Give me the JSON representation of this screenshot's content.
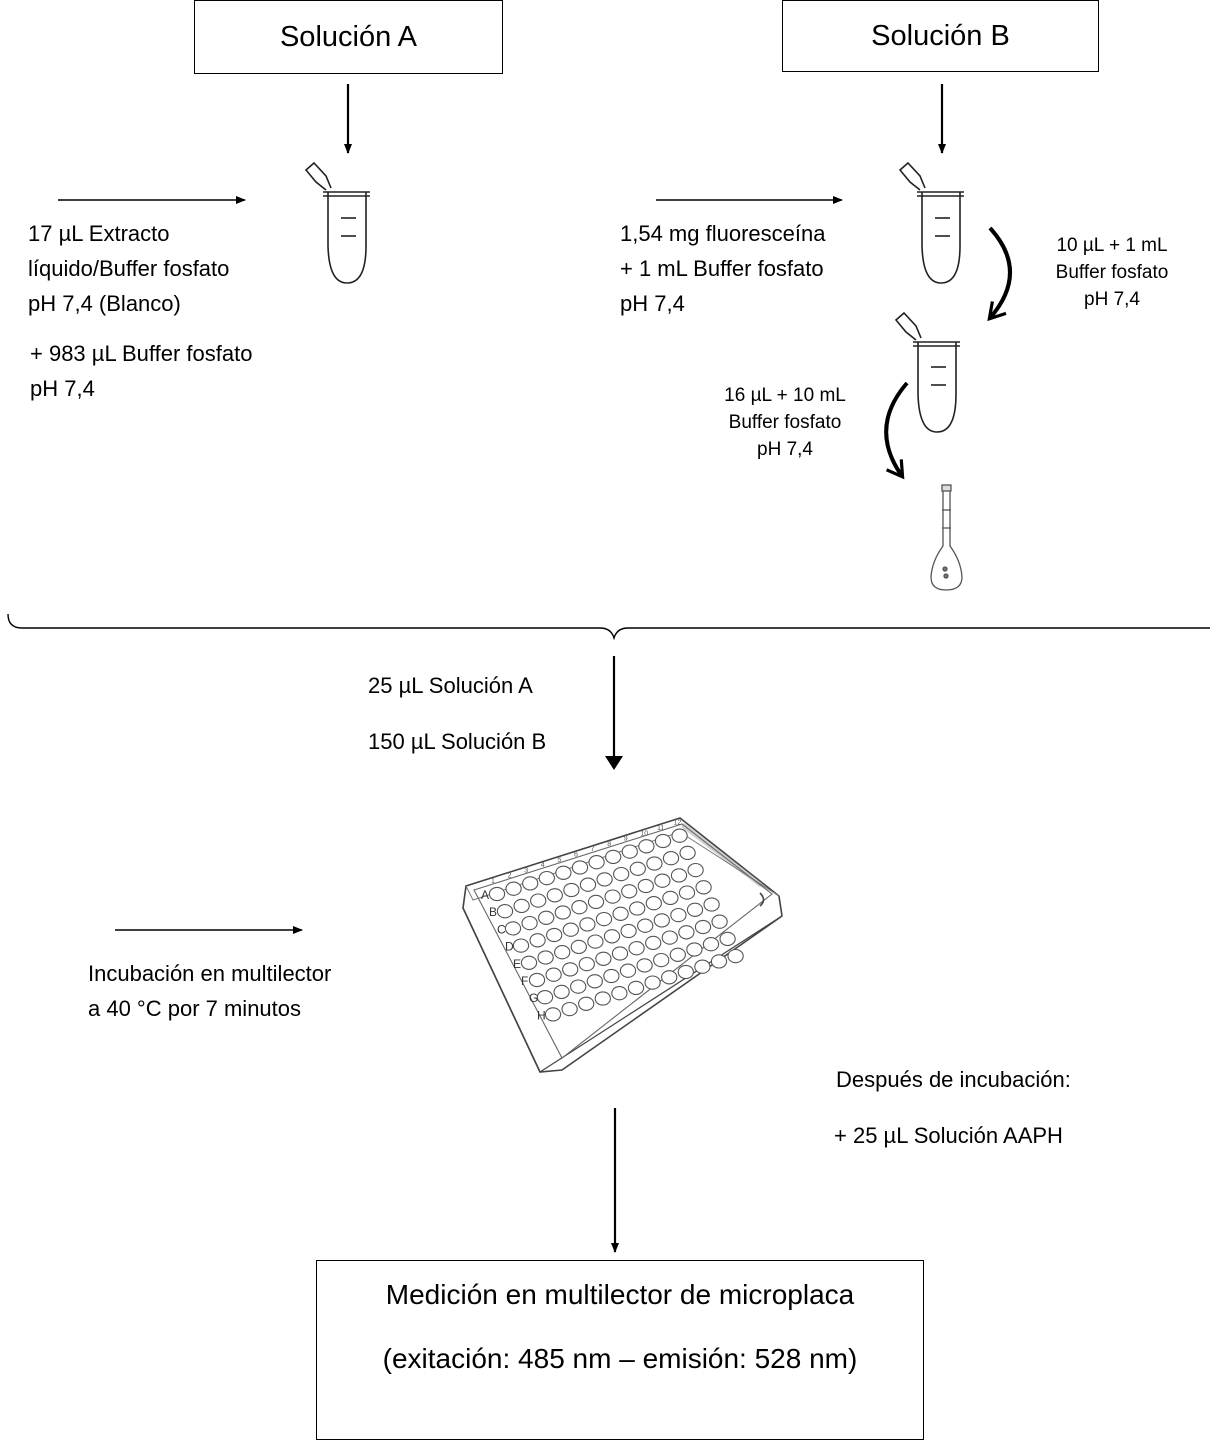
{
  "solution_a": {
    "title": "Solución A",
    "reagent_lines": [
      "17 µL Extracto",
      "líquido/Buffer fosfato",
      "pH 7,4 (Blanco)"
    ],
    "buffer_lines": [
      "+ 983 µL Buffer fosfato",
      "pH 7,4"
    ]
  },
  "solution_b": {
    "title": "Solución B",
    "reagent_lines": [
      "1,54 mg fluoresceína",
      "+ 1 mL Buffer fosfato",
      "pH 7,4"
    ],
    "dilution_1_lines": [
      "10 µL + 1 mL",
      "Buffer fosfato",
      "pH 7,4"
    ],
    "dilution_2_lines": [
      "16 µL + 10 mL",
      "Buffer fosfato",
      "pH 7,4"
    ]
  },
  "mixing": {
    "line_1": "25 µL Solución A",
    "line_2": "150 µL Solución B"
  },
  "incubation": {
    "line_1": "Incubación en multilector",
    "line_2": "a 40 °C por 7 minutos"
  },
  "microplate": {
    "rows": [
      "A",
      "B",
      "C",
      "D",
      "E",
      "F",
      "G",
      "H"
    ],
    "columns": [
      "1",
      "2",
      "3",
      "4",
      "5",
      "6",
      "7",
      "8",
      "9",
      "10",
      "11",
      "12"
    ]
  },
  "post_incubation": {
    "title": "Después de incubación:",
    "addition": "+  25 µL Solución AAPH"
  },
  "measurement": {
    "line_1": "Medición en multilector de microplaca",
    "line_2": "(exitación: 485 nm – emisión: 528 nm)"
  }
}
